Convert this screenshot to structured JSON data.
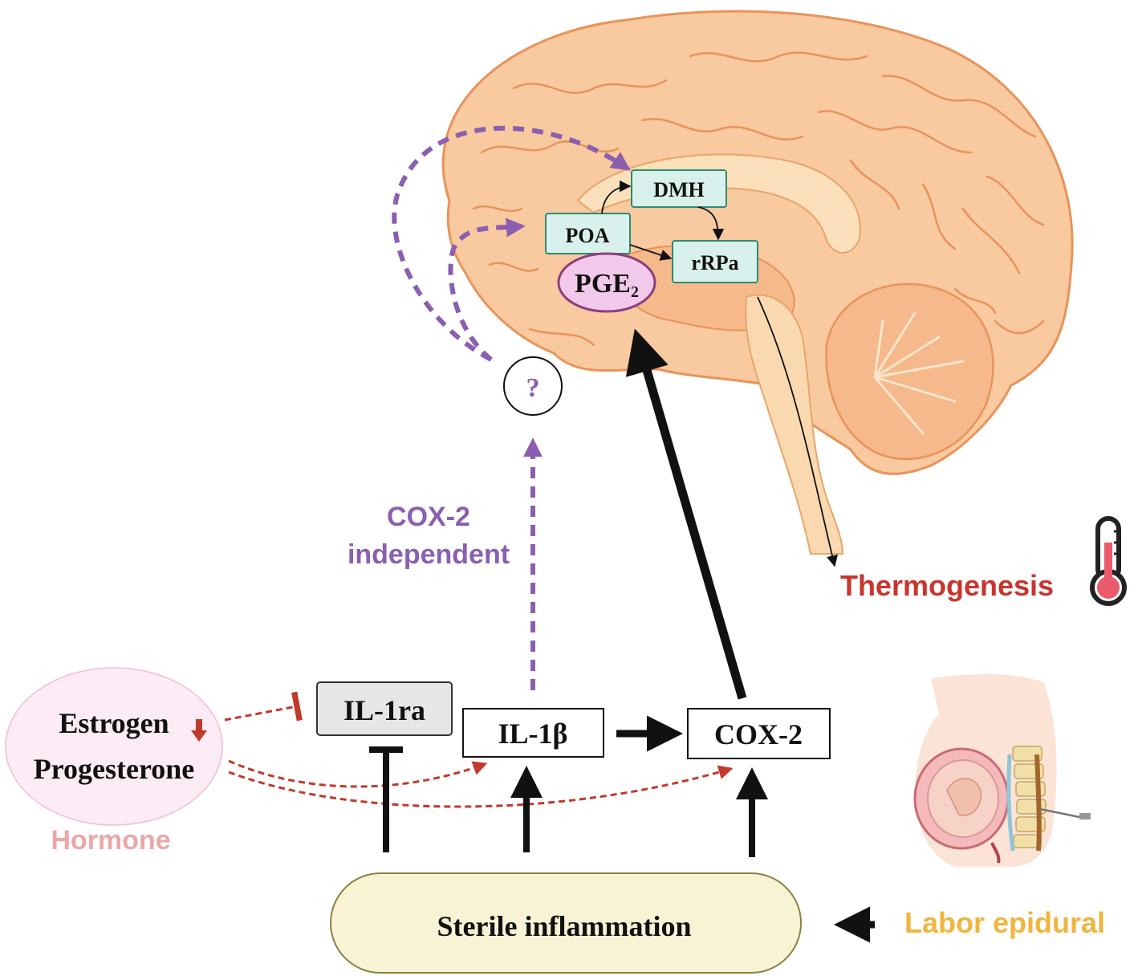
{
  "nodes": {
    "dmh": "DMH",
    "poa": "POA",
    "rrpa": "rRPa",
    "pge2_main": "PGE",
    "pge2_sub": "2",
    "unknown": "?",
    "il1ra": "IL-1ra",
    "il1b": "IL-1β",
    "cox2": "COX-2",
    "estrogen": "Estrogen",
    "progesterone": "Progesterone",
    "sterile": "Sterile inflammation"
  },
  "labels": {
    "cox2_independent_line1": "COX-2",
    "cox2_independent_line2": "independent",
    "thermogenesis": "Thermogenesis",
    "hormone": "Hormone",
    "labor_epidural": "Labor epidural"
  },
  "colors": {
    "purple": "#8a5fb0",
    "red": "#c0392b",
    "thermo_red": "#c8352e",
    "hormone_pink": "#eba7a7",
    "epidural_gold": "#f0b540",
    "box_teal": "#d8f1ec",
    "box_teal_border": "#2f8a6e",
    "pge2_fill": "#f2c9ea",
    "pge2_border": "#8c3f7e",
    "sterile_fill": "#f7f3d4",
    "hormone_fill": "#fdebf5"
  },
  "icons": [
    "brain-illustration",
    "thermometer-icon",
    "pregnant-woman-epidural-illustration"
  ]
}
